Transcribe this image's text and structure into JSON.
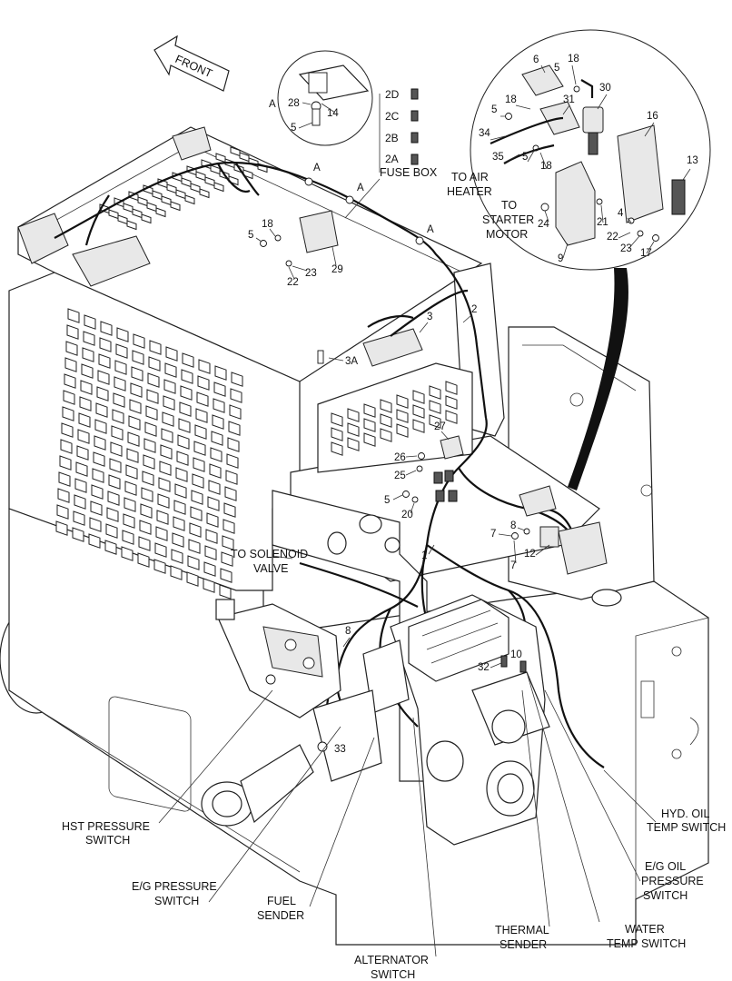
{
  "labels": {
    "front": "FRONT",
    "fuse_box": "FUSE BOX",
    "fuse_2d": "2D",
    "fuse_2c": "2C",
    "fuse_2b": "2B",
    "fuse_2a": "2A",
    "to_air_heater_1": "TO AIR",
    "to_air_heater_2": "HEATER",
    "to_starter_1": "TO",
    "to_starter_2": "STARTER",
    "to_starter_3": "MOTOR",
    "to_solenoid_1": "TO SOLENOID",
    "to_solenoid_2": "VALVE",
    "hst_1": "HST PRESSURE",
    "hst_2": "SWITCH",
    "eg_press_1": "E/G PRESSURE",
    "eg_press_2": "SWITCH",
    "fuel_1": "FUEL",
    "fuel_2": "SENDER",
    "alt_1": "ALTERNATOR",
    "alt_2": "SWITCH",
    "thermal_1": "THERMAL",
    "thermal_2": "SENDER",
    "water_1": "WATER",
    "water_2": "TEMP SWITCH",
    "egoil_1": "E/G OIL",
    "egoil_2": "PRESSURE",
    "egoil_3": "SWITCH",
    "hyd_1": "HYD. OIL",
    "hyd_2": "TEMP SWITCH",
    "detail_a": "A",
    "callout_a1": "A",
    "callout_a2": "A",
    "callout_a3": "A"
  },
  "callouts": {
    "n1": "1",
    "n2": "2",
    "n3": "3",
    "n3a": "3A",
    "n4": "4",
    "n5a": "5",
    "n5b": "5",
    "n5c": "5",
    "n5d": "5",
    "n5e": "5",
    "n5f": "5",
    "n6": "6",
    "n7a": "7",
    "n7b": "7",
    "n8a": "8",
    "n8b": "8",
    "n9": "9",
    "n10": "10",
    "n12": "12",
    "n13": "13",
    "n14": "14",
    "n16": "16",
    "n17": "17",
    "n18a": "18",
    "n18b": "18",
    "n18c": "18",
    "n18d": "18",
    "n20": "20",
    "n21": "21",
    "n22a": "22",
    "n22b": "22",
    "n23a": "23",
    "n23b": "23",
    "n24": "24",
    "n25": "25",
    "n26": "26",
    "n27": "27",
    "n28": "28",
    "n29": "29",
    "n30": "30",
    "n31": "31",
    "n32": "32",
    "n33": "33",
    "n34": "34",
    "n35": "35"
  }
}
